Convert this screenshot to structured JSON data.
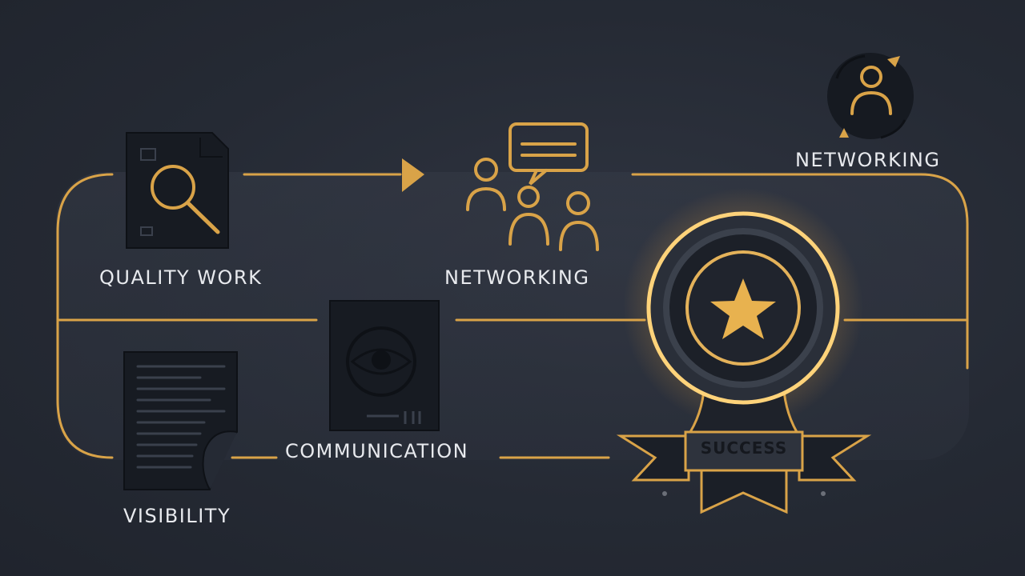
{
  "nodes": {
    "quality_work": {
      "label": "QUALITY WORK",
      "icon": "document-magnifier-icon"
    },
    "networking_center": {
      "label": "NETWORKING",
      "icon": "people-chat-icon"
    },
    "networking_corner": {
      "label": "NETWORKING",
      "icon": "person-cycle-icon"
    },
    "visibility": {
      "label": "VISIBILITY",
      "icon": "document-lines-icon"
    },
    "communication": {
      "label": "COMMUNICATION",
      "icon": "eye-document-icon"
    },
    "success": {
      "label": "SUCCESS",
      "icon": "star-medal-icon"
    }
  },
  "colors": {
    "background": "#262b36",
    "accent": "#d9a348",
    "text": "#e8eaee",
    "icon_dark": "#161a21"
  }
}
